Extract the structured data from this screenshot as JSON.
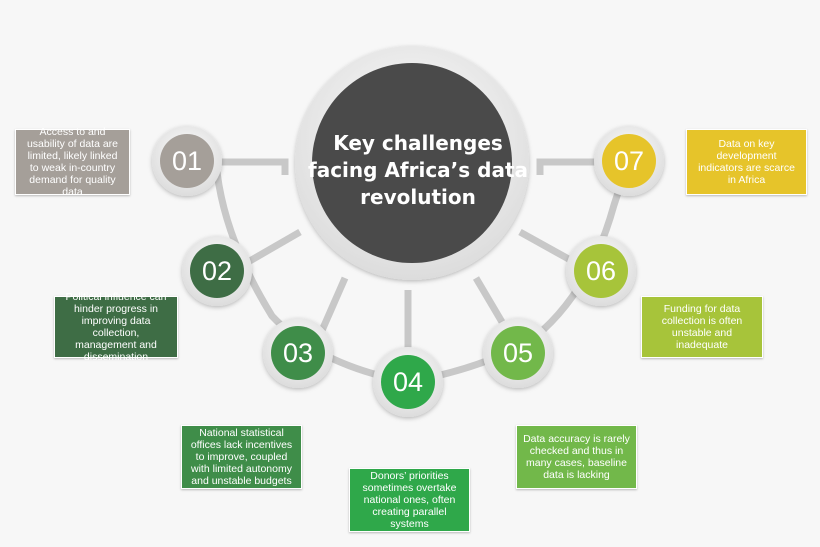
{
  "hub": {
    "title_lines": [
      "Key challenges",
      "facing Africa’s data",
      "revolution"
    ],
    "color": "#4a4a4a"
  },
  "challenges": [
    {
      "number": "01",
      "color": "#a59f99",
      "text": "Access to and usability of data are limited, likely linked to weak in-country demand for quality data"
    },
    {
      "number": "02",
      "color": "#3e6d45",
      "text": "Political influence can hinder progress in improving data collection, management and dissemination"
    },
    {
      "number": "03",
      "color": "#3f8d49",
      "text": "National statistical offices lack incentives to improve, coupled with limited autonomy and unstable budgets"
    },
    {
      "number": "04",
      "color": "#2fa84a",
      "text": "Donors’ priorities sometimes overtake national ones, often creating parallel systems"
    },
    {
      "number": "05",
      "color": "#72b84a",
      "text": "Data accuracy is rarely checked and thus in many cases, baseline data is lacking"
    },
    {
      "number": "06",
      "color": "#a7c43a",
      "text": "Funding for data collection is often unstable and inadequate"
    },
    {
      "number": "07",
      "color": "#e6c42a",
      "text": "Data on key development indicators are scarce in Africa"
    }
  ]
}
